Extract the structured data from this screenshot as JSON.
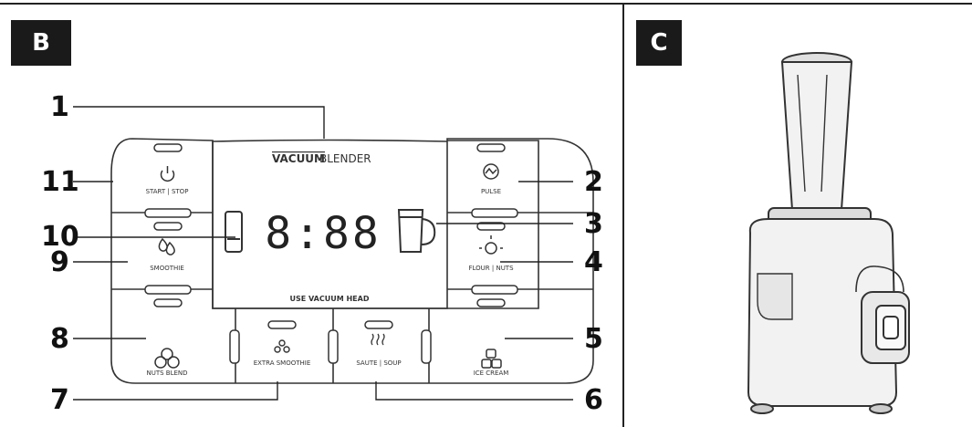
{
  "panels": {
    "b": "B",
    "c": "C"
  },
  "callouts": [
    "1",
    "2",
    "3",
    "4",
    "5",
    "6",
    "7",
    "8",
    "9",
    "10",
    "11"
  ],
  "panel": {
    "brand_bold": "VACUUM",
    "brand_light": "BLENDER",
    "time": "8:88",
    "vacuum_head": "USE VACUUM HEAD",
    "start_stop": "START | STOP",
    "pulse": "PULSE",
    "smoothie": "SMOOTHIE",
    "flour_nuts": "FLOUR | NUTS",
    "nuts_blend": "NUTS BLEND",
    "ice_cream": "ICE CREAM",
    "extra_smoothie": "EXTRA SMOOTHIE",
    "saute_soup": "SAUTE | SOUP"
  }
}
